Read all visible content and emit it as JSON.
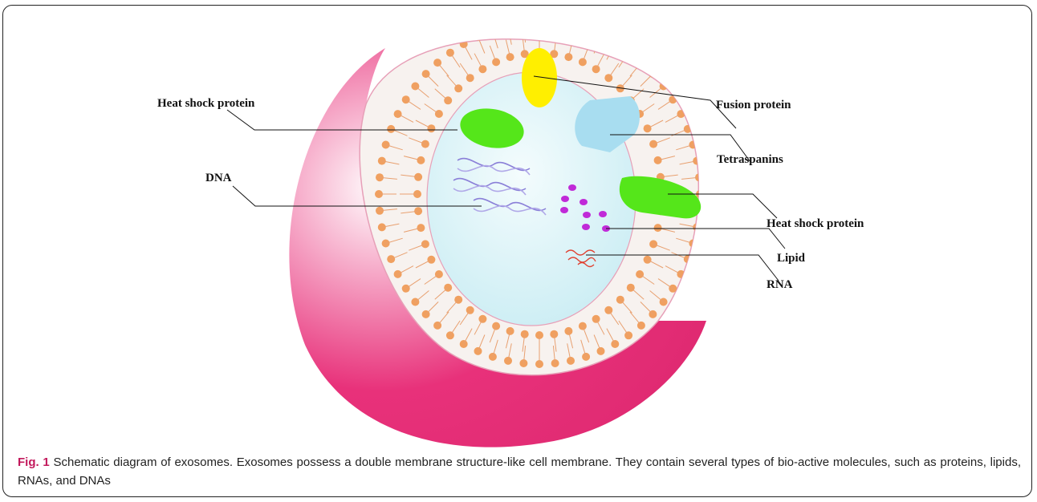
{
  "labels": {
    "heat_shock_protein_left": "Heat shock protein",
    "dna": "DNA",
    "fusion_protein": "Fusion protein",
    "tetraspanins": "Tetraspanins",
    "heat_shock_protein_right": "Heat shock protein",
    "lipid": "Lipid",
    "rna": "RNA"
  },
  "caption": {
    "figure_label": "Fig. 1",
    "text": " Schematic diagram of exosomes. Exosomes possess a double membrane structure-like cell membrane. They contain several types of bio-active molecules, such as proteins, lipids, RNAs, and DNAs"
  },
  "colors": {
    "sphere": "#e8317a",
    "membrane_head": "#f0a060",
    "lumen": "#dff4f8",
    "heat_shock_protein": "#55e61a",
    "fusion_protein": "#ffef00",
    "tetraspanins": "#a8ddf0",
    "lipid": "#c02ad8",
    "dna": "#8a7fd8",
    "rna": "#e04030"
  }
}
